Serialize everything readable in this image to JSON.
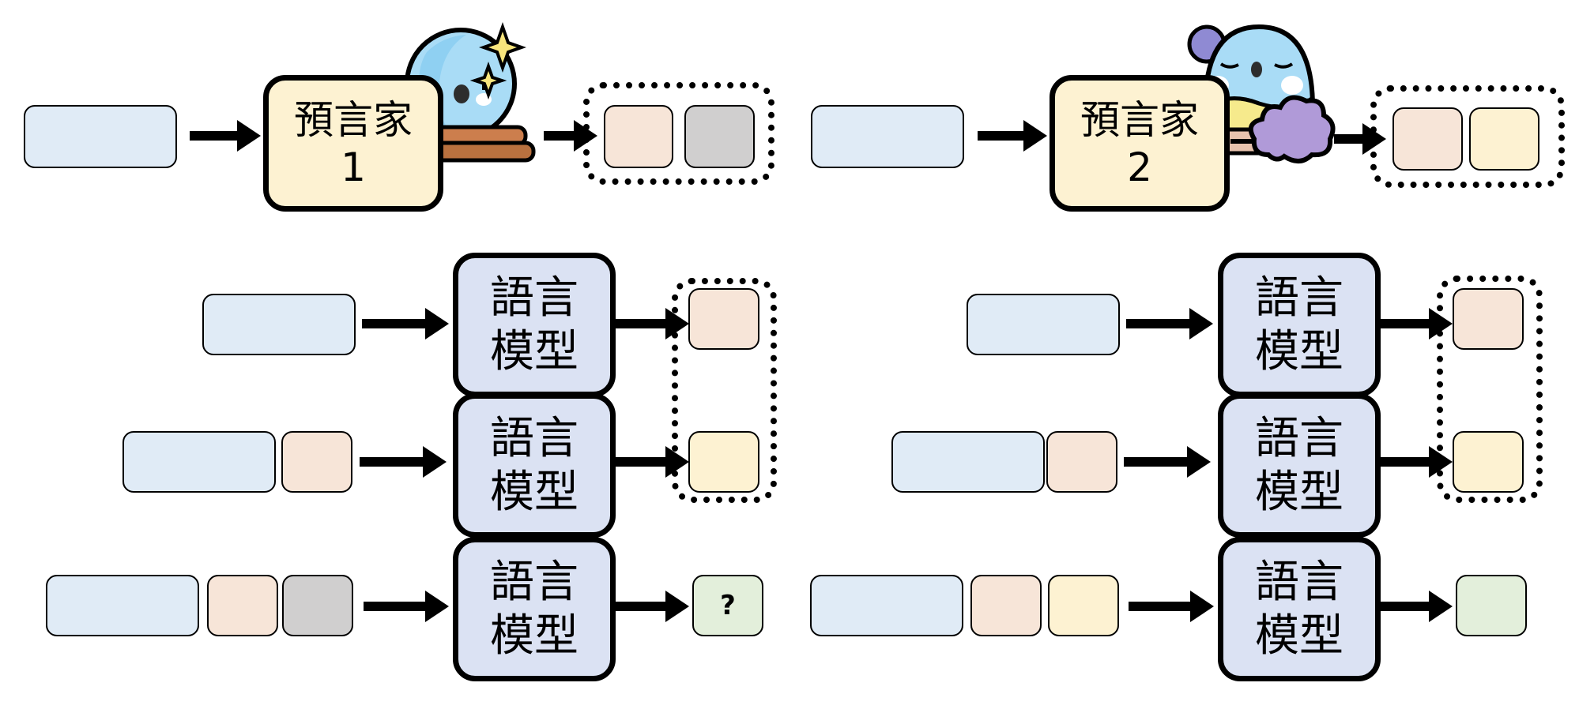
{
  "top": {
    "oracle1": {
      "line1": "預言家",
      "line2": "1",
      "mascot": "crystal-ball-mascot-icon",
      "output_tokens": [
        "peach",
        "gray"
      ]
    },
    "oracle2": {
      "line1": "預言家",
      "line2": "2",
      "mascot": "sleeping-mascot-icon",
      "output_tokens": [
        "peach",
        "yellow"
      ]
    }
  },
  "bottom": {
    "lm_label": {
      "line1": "語言",
      "line2": "模型"
    },
    "left_rows": [
      {
        "input_tokens": [
          "blue"
        ],
        "output_token": "peach"
      },
      {
        "input_tokens": [
          "blue",
          "peach"
        ],
        "output_token": "yellow"
      },
      {
        "input_tokens": [
          "blue",
          "peach",
          "gray"
        ],
        "output_token": "green",
        "output_text": "?"
      }
    ],
    "right_rows": [
      {
        "input_tokens": [
          "blue"
        ],
        "output_token": "peach"
      },
      {
        "input_tokens": [
          "blue",
          "peach"
        ],
        "output_token": "yellow"
      },
      {
        "input_tokens": [
          "blue",
          "peach",
          "yellow"
        ],
        "output_token": "green",
        "output_text": ""
      }
    ]
  },
  "colors": {
    "blue": "#e0ebf6",
    "peach": "#f7e5d8",
    "gray": "#d0cfcf",
    "yellow": "#fdf2d2",
    "green": "#e3efdb",
    "lm_fill": "#dbe2f3",
    "oracle_fill": "#fdf2d2"
  }
}
